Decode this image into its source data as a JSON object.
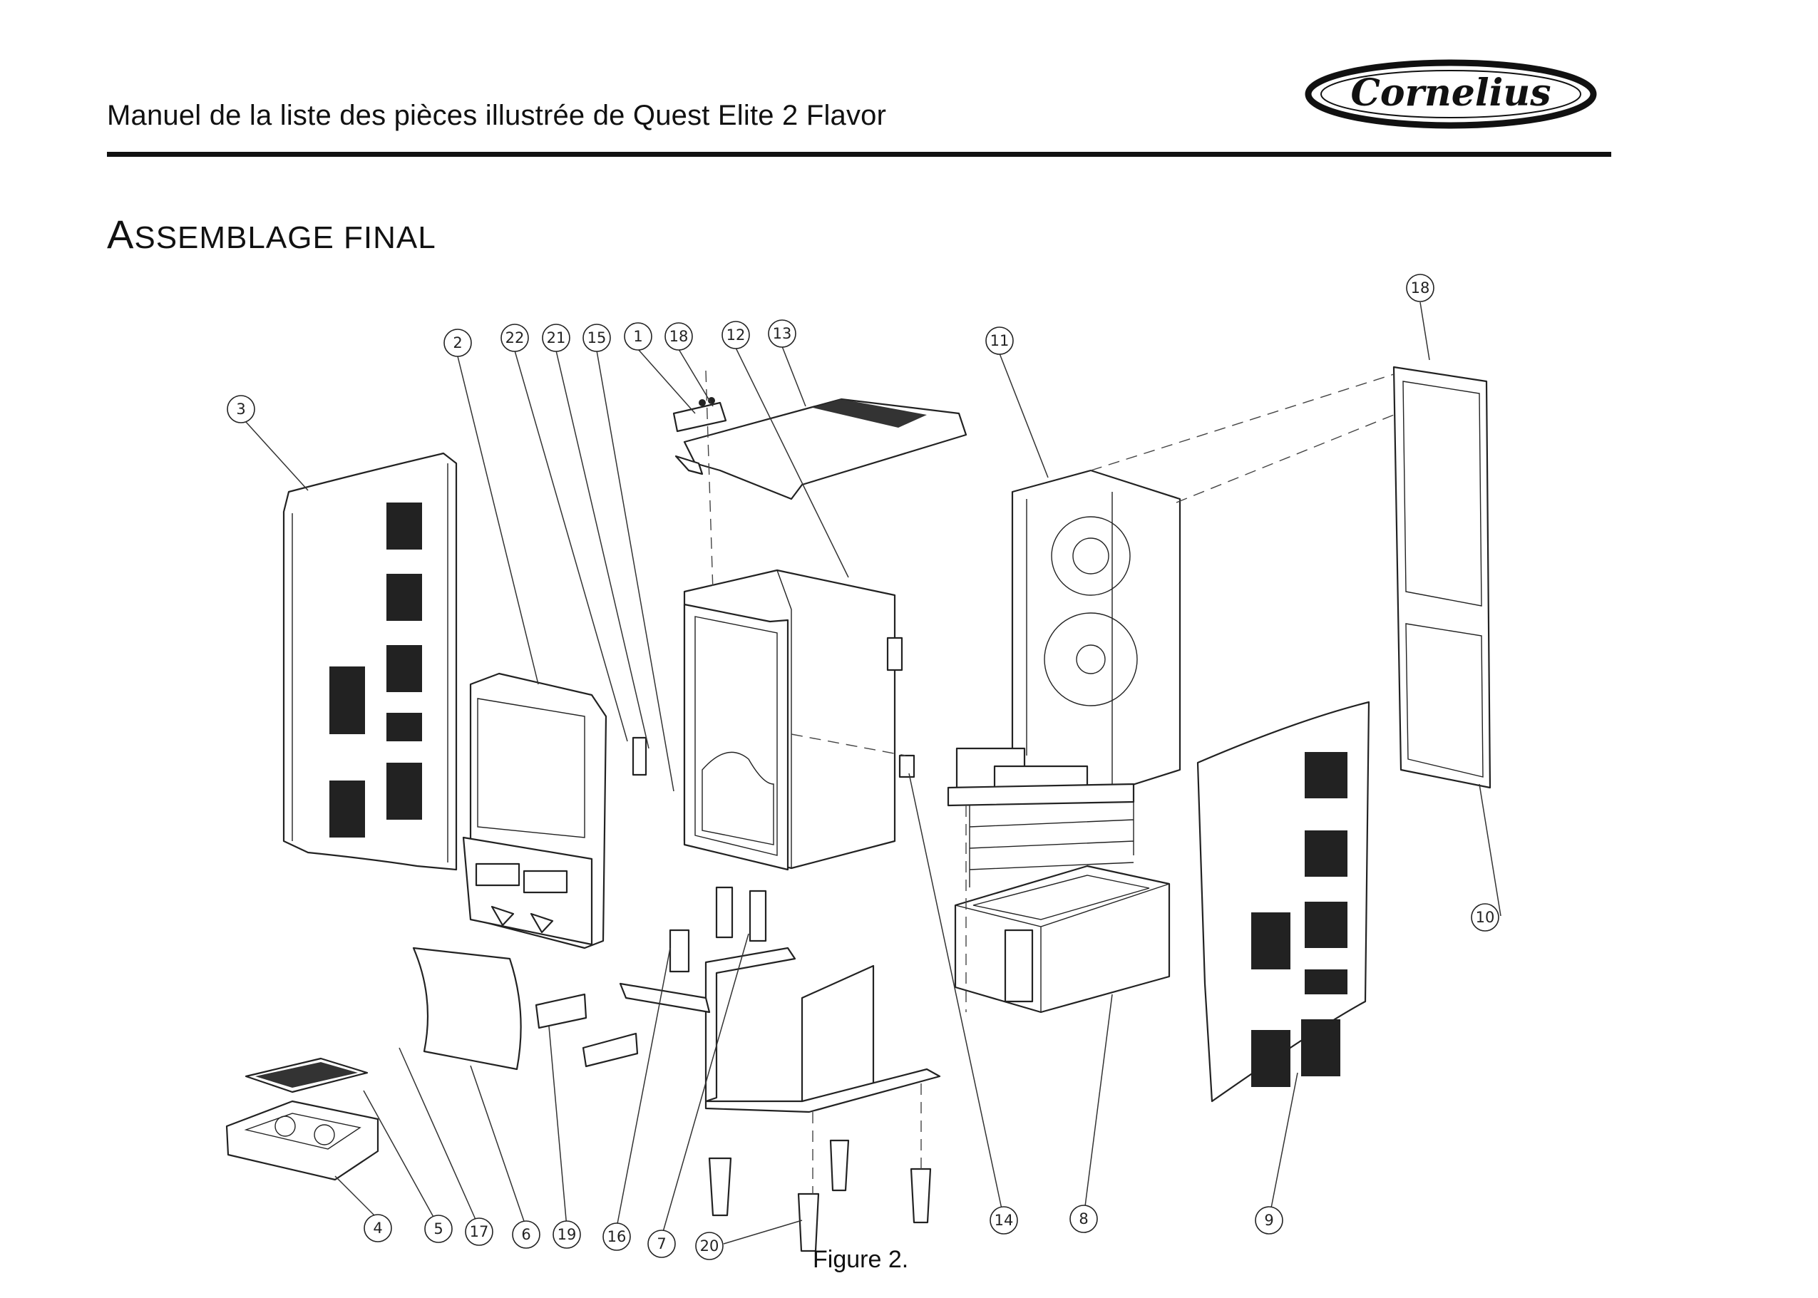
{
  "header": {
    "title": "Manuel de la liste des pièces illustrée de Quest Elite 2 Flavor",
    "logo_text": "Cornelius"
  },
  "section": {
    "title_first": "A",
    "title_rest": "SSEMBLAGE FINAL"
  },
  "figure": {
    "caption": "Figure 2."
  },
  "callouts": {
    "c1": "1",
    "c2": "2",
    "c3": "3",
    "c4": "4",
    "c5": "5",
    "c6": "6",
    "c7": "7",
    "c8": "8",
    "c9": "9",
    "c10": "10",
    "c11": "11",
    "c12": "12",
    "c13": "13",
    "c14": "14",
    "c15": "15",
    "c16": "16",
    "c17": "17",
    "c18a": "18",
    "c18b": "18",
    "c19": "19",
    "c20": "20",
    "c21": "21",
    "c22": "22"
  },
  "colors": {
    "ink": "#222222",
    "rule": "#111111",
    "paper": "#ffffff"
  }
}
